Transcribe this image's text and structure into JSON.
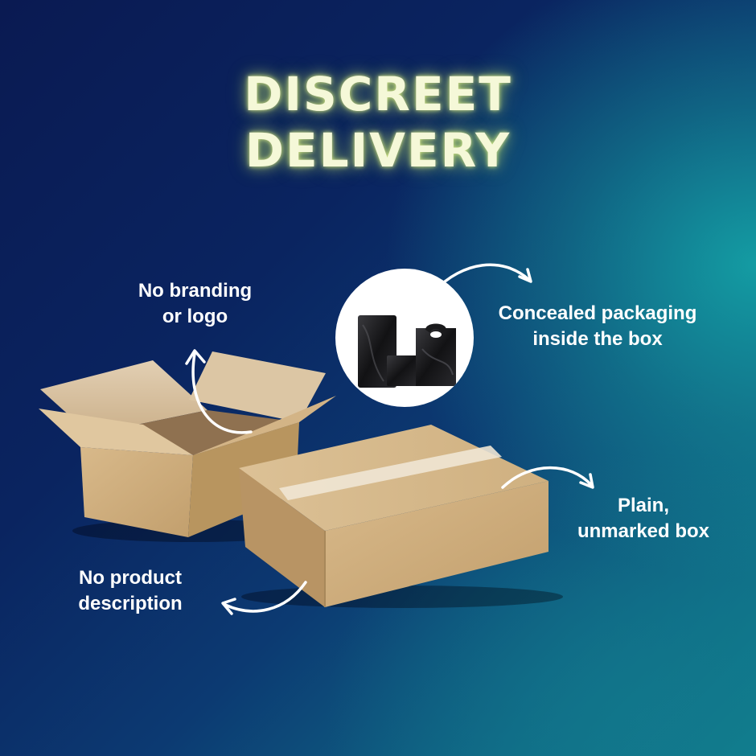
{
  "title": {
    "line1": "DISCREET",
    "line2": "DELIVERY"
  },
  "labels": {
    "branding_l1": "No branding",
    "branding_l2": "or logo",
    "packaging_l1": "Concealed packaging",
    "packaging_l2": "inside the box",
    "plain_l1": "Plain,",
    "plain_l2": "unmarked box",
    "product_l1": "No product",
    "product_l2": "description"
  },
  "colors": {
    "title_glow": "#f5f8d8",
    "cardboard": "#c9a878",
    "background_dark": "#0a1a52",
    "background_teal": "#10838f"
  },
  "icons": [
    "curved-arrow-icon"
  ]
}
